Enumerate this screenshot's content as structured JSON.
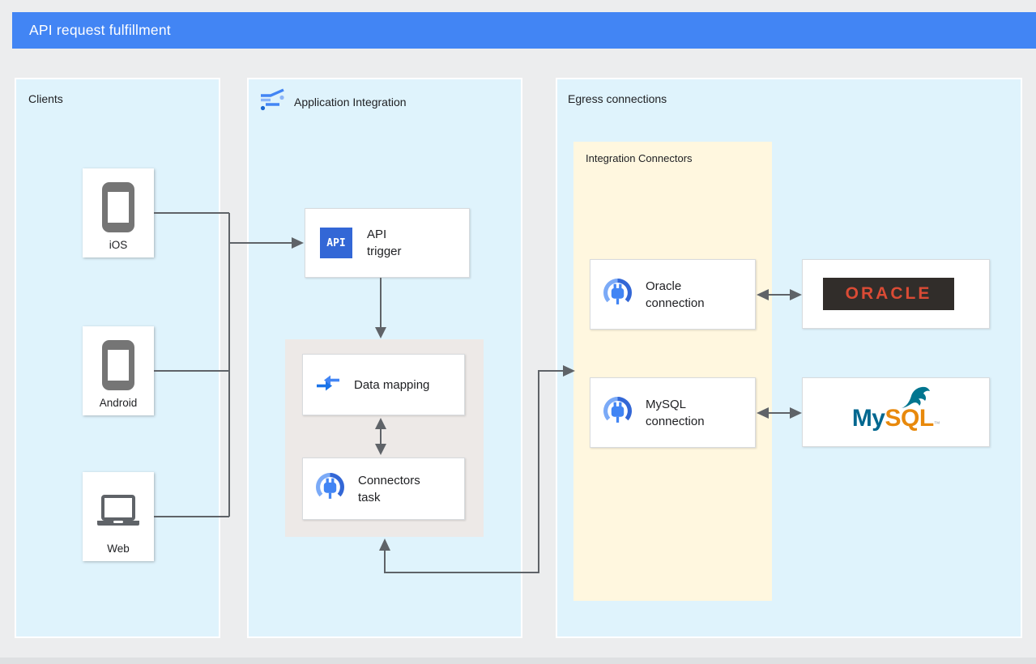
{
  "header": {
    "title": "API request fulfillment"
  },
  "colors": {
    "title_bar_blue": "#4285F4",
    "panel_blue": "#DFF3FC",
    "subpanel_grey": "#EDE9E7",
    "subpanel_yellow": "#FFF7DF",
    "connector_line_grey": "#5F6368",
    "device_icon_grey": "#757575",
    "api_chip_blue": "#3367D6",
    "google_blue": "#4285F4",
    "oracle_red": "#DA4B35",
    "oracle_badge_dark": "#312D2A",
    "mysql_teal": "#00678F",
    "mysql_orange": "#E8890C"
  },
  "clients": {
    "label": "Clients",
    "items": [
      {
        "label": "iOS",
        "icon": "smartphone-icon"
      },
      {
        "label": "Android",
        "icon": "smartphone-icon"
      },
      {
        "label": "Web",
        "icon": "laptop-icon"
      }
    ]
  },
  "integration": {
    "label": "Application Integration",
    "icon": "application-integration-icon",
    "api_trigger": {
      "icon": "api-chip-icon",
      "chip_text": "API",
      "lines": [
        "API",
        "trigger"
      ]
    },
    "data_mapping": {
      "icon": "data-mapping-icon",
      "lines": [
        "Data mapping"
      ]
    },
    "connectors_task": {
      "icon": "connector-plug-icon",
      "lines": [
        "Connectors",
        "task"
      ]
    }
  },
  "egress": {
    "label": "Egress connections",
    "integration_connectors": {
      "label": "Integration Connectors",
      "connections": [
        {
          "icon": "connector-plug-icon",
          "lines": [
            "Oracle",
            "connection"
          ]
        },
        {
          "icon": "connector-plug-icon",
          "lines": [
            "MySQL",
            "connection"
          ]
        }
      ]
    },
    "systems": [
      {
        "name": "Oracle",
        "logo_text": "ORACLE"
      },
      {
        "name": "MySQL",
        "logo_prefix": "My",
        "logo_suffix": "SQL",
        "logo_tm": "™"
      }
    ]
  }
}
